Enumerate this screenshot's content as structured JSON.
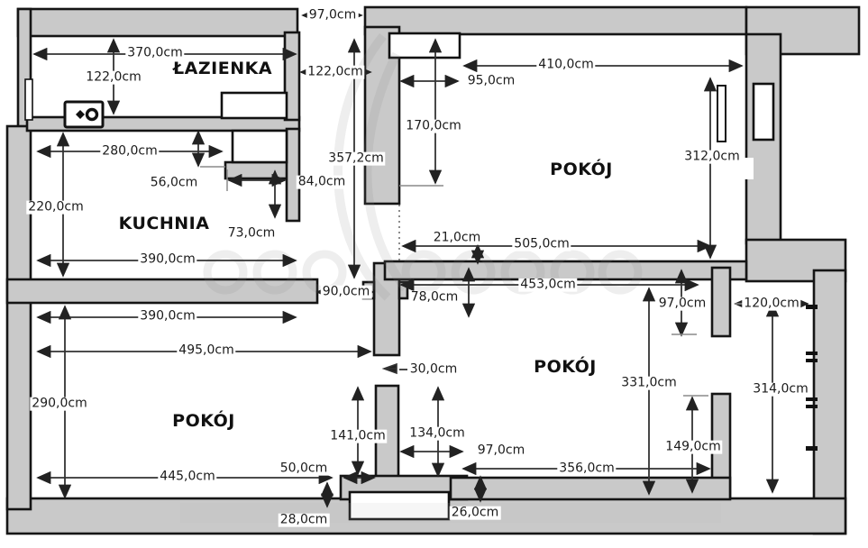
{
  "plan_title": "apartment-floor-plan",
  "rooms": {
    "bathroom": "ŁAZIENKA",
    "kitchen": "KUCHNIA",
    "room_top_right": "POKÓJ",
    "room_bottom_left": "POKÓJ",
    "room_bottom_right": "POKÓJ"
  },
  "units": "cm",
  "dims": {
    "d97_top": "97,0cm",
    "d370": "370,0cm",
    "d122_bath": "122,0cm",
    "d122_hall": "122,0cm",
    "d410": "410,0cm",
    "d95": "95,0cm",
    "d170": "170,0cm",
    "d312": "312,0cm",
    "d357": "357,2cm",
    "d280": "280,0cm",
    "d56": "56,0cm",
    "d84": "84,0cm",
    "d220": "220,0cm",
    "d73": "73,0cm",
    "d390_kitchen": "390,0cm",
    "d21": "21,0cm",
    "d505": "505,0cm",
    "d453": "453,0cm",
    "d78": "78,0cm",
    "d97_right": "97,0cm",
    "d120": "120,0cm",
    "d90": "90,0cm",
    "d390_room": "390,0cm",
    "d495": "495,0cm",
    "d290": "290,0cm",
    "d445": "445,0cm",
    "d50": "50,0cm",
    "d141": "141,0cm",
    "d134": "134,0cm",
    "d97_bottom": "97,0cm",
    "d356": "356,0cm",
    "d331": "331,0cm",
    "d149": "149,0cm",
    "d314": "314,0cm",
    "d28": "28,0cm",
    "d26": "26,0cm"
  },
  "colors": {
    "wall_fill": "#c9c9c9",
    "wall_outline": "#151515",
    "dimension_line": "#333333",
    "background": "#ffffff"
  }
}
